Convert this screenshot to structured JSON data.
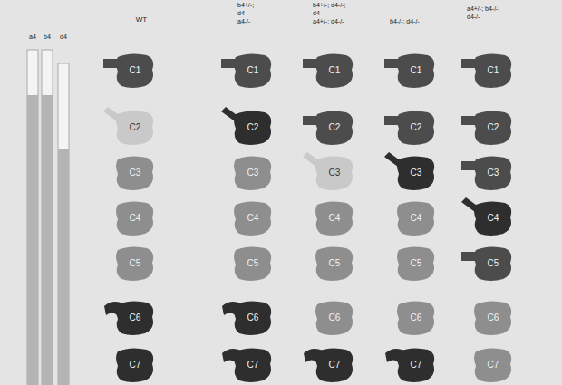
{
  "diagram": {
    "nodes": [
      {
        "text": [
          "C1"
        ]
      },
      {
        "text": [
          "C2"
        ]
      },
      {
        "text": [
          "C3"
        ]
      },
      {
        "text": [
          "C4"
        ]
      },
      {
        "text": [
          "C5"
        ]
      },
      {
        "text": [
          "C6"
        ]
      },
      {
        "text": [
          "C7"
        ]
      },
      {
        "text": [
          "C1"
        ]
      },
      {
        "text": [
          "C2"
        ]
      },
      {
        "text": [
          "C3"
        ]
      },
      {
        "text": [
          "C4"
        ]
      },
      {
        "text": [
          "C5"
        ]
      },
      {
        "text": [
          "C6"
        ]
      },
      {
        "text": [
          "C7"
        ]
      },
      {
        "text": [
          "C1"
        ]
      },
      {
        "text": [
          "C2"
        ]
      },
      {
        "text": [
          "C3"
        ]
      },
      {
        "text": [
          "C4"
        ]
      },
      {
        "text": [
          "C5"
        ]
      },
      {
        "text": [
          "C6"
        ]
      },
      {
        "text": [
          "C7"
        ]
      },
      {
        "text": [
          "C1"
        ]
      },
      {
        "text": [
          "C2"
        ]
      },
      {
        "text": [
          "C3"
        ]
      },
      {
        "text": [
          "C4"
        ]
      },
      {
        "text": [
          "C5"
        ]
      },
      {
        "text": [
          "C6"
        ]
      },
      {
        "text": [
          "C7"
        ]
      },
      {
        "text": [
          "C1"
        ]
      },
      {
        "text": [
          "C2"
        ]
      },
      {
        "text": [
          "C3"
        ]
      },
      {
        "text": [
          "C4"
        ]
      },
      {
        "text": [
          "C5"
        ]
      },
      {
        "text": [
          "C6"
        ]
      },
      {
        "text": [
          "C7"
        ]
      }
    ],
    "labels": [
      "a4",
      "b4",
      "d4",
      "WT",
      "b4+/-;",
      "d4",
      "a4-/-",
      "b4+/-; d4-/-;",
      "d4",
      "a4+/-; d4-/-",
      "b4-/-; d4-/-",
      "a4+/-; b4-/-;",
      "d4-/-"
    ]
  }
}
